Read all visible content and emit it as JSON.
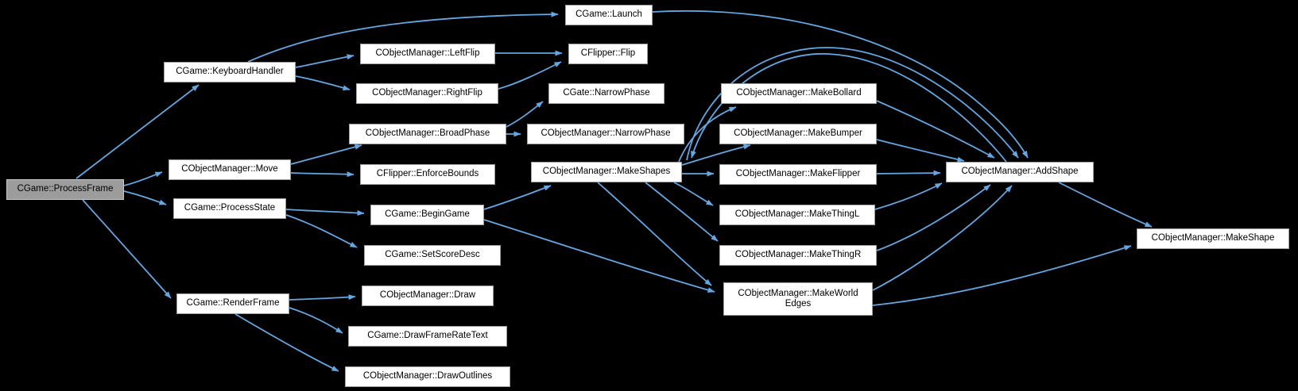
{
  "diagram": {
    "type": "call-graph",
    "background": "#000000",
    "edge_color": "#63a7e3",
    "node_fill": "#ffffff",
    "node_border": "#9f9f9f",
    "root_fill": "#9c9c9c",
    "root_border": "#c6c8ca",
    "text_color": "#000000",
    "root_function": "CGame::ProcessFrame"
  },
  "nodes": [
    {
      "id": "processframe",
      "label": "CGame::ProcessFrame",
      "root": true
    },
    {
      "id": "keyboardhandler",
      "label": "CGame::KeyboardHandler"
    },
    {
      "id": "move",
      "label": "CObjectManager::Move"
    },
    {
      "id": "processstate",
      "label": "CGame::ProcessState"
    },
    {
      "id": "renderframe",
      "label": "CGame::RenderFrame"
    },
    {
      "id": "leftflip",
      "label": "CObjectManager::LeftFlip"
    },
    {
      "id": "rightflip",
      "label": "CObjectManager::RightFlip"
    },
    {
      "id": "broadphase",
      "label": "CObjectManager::BroadPhase"
    },
    {
      "id": "enforcebounds",
      "label": "CFlipper::EnforceBounds"
    },
    {
      "id": "begingame",
      "label": "CGame::BeginGame"
    },
    {
      "id": "setscoredesc",
      "label": "CGame::SetScoreDesc"
    },
    {
      "id": "draw",
      "label": "CObjectManager::Draw"
    },
    {
      "id": "drawframeratetext",
      "label": "CGame::DrawFrameRateText"
    },
    {
      "id": "drawoutlines",
      "label": "CObjectManager::DrawOutlines"
    },
    {
      "id": "launch",
      "label": "CGame::Launch"
    },
    {
      "id": "flip",
      "label": "CFlipper::Flip"
    },
    {
      "id": "gatenarrowphase",
      "label": "CGate::NarrowPhase"
    },
    {
      "id": "narrowphase",
      "label": "CObjectManager::NarrowPhase"
    },
    {
      "id": "makeshapes",
      "label": "CObjectManager::MakeShapes"
    },
    {
      "id": "makebollard",
      "label": "CObjectManager::MakeBollard"
    },
    {
      "id": "makebumper",
      "label": "CObjectManager::MakeBumper"
    },
    {
      "id": "makeflipper",
      "label": "CObjectManager::MakeFlipper"
    },
    {
      "id": "makethingl",
      "label": "CObjectManager::MakeThingL"
    },
    {
      "id": "makethingr",
      "label": "CObjectManager::MakeThingR"
    },
    {
      "id": "makeworldedges",
      "label": "CObjectManager::MakeWorldEdges",
      "label_lines": {
        "0": "CObjectManager::MakeWorld",
        "1": "Edges"
      }
    },
    {
      "id": "addshape",
      "label": "CObjectManager::AddShape"
    },
    {
      "id": "makeshape",
      "label": "CObjectManager::MakeShape"
    }
  ],
  "edges": [
    {
      "from": "processframe",
      "to": "keyboardhandler"
    },
    {
      "from": "processframe",
      "to": "move"
    },
    {
      "from": "processframe",
      "to": "processstate"
    },
    {
      "from": "processframe",
      "to": "renderframe"
    },
    {
      "from": "keyboardhandler",
      "to": "launch"
    },
    {
      "from": "keyboardhandler",
      "to": "leftflip"
    },
    {
      "from": "keyboardhandler",
      "to": "rightflip"
    },
    {
      "from": "leftflip",
      "to": "flip"
    },
    {
      "from": "rightflip",
      "to": "flip"
    },
    {
      "from": "move",
      "to": "broadphase"
    },
    {
      "from": "move",
      "to": "enforcebounds"
    },
    {
      "from": "broadphase",
      "to": "gatenarrowphase"
    },
    {
      "from": "broadphase",
      "to": "narrowphase"
    },
    {
      "from": "processstate",
      "to": "begingame"
    },
    {
      "from": "processstate",
      "to": "setscoredesc"
    },
    {
      "from": "begingame",
      "to": "makeshapes"
    },
    {
      "from": "begingame",
      "to": "makeworldedges"
    },
    {
      "from": "renderframe",
      "to": "draw"
    },
    {
      "from": "renderframe",
      "to": "drawframeratetext"
    },
    {
      "from": "renderframe",
      "to": "drawoutlines"
    },
    {
      "from": "makeshapes",
      "to": "makebollard"
    },
    {
      "from": "makeshapes",
      "to": "makebumper"
    },
    {
      "from": "makeshapes",
      "to": "makeflipper"
    },
    {
      "from": "makeshapes",
      "to": "makethingl"
    },
    {
      "from": "makeshapes",
      "to": "makethingr"
    },
    {
      "from": "makeshapes",
      "to": "makeworldedges"
    },
    {
      "from": "makeshapes",
      "to": "addshape"
    },
    {
      "from": "addshape",
      "to": "makeshapes"
    },
    {
      "from": "launch",
      "to": "addshape"
    },
    {
      "from": "makebollard",
      "to": "addshape"
    },
    {
      "from": "makebumper",
      "to": "addshape"
    },
    {
      "from": "makeflipper",
      "to": "addshape"
    },
    {
      "from": "makethingl",
      "to": "addshape"
    },
    {
      "from": "makethingr",
      "to": "addshape"
    },
    {
      "from": "makeworldedges",
      "to": "addshape"
    },
    {
      "from": "makeworldedges",
      "to": "makeshape"
    },
    {
      "from": "addshape",
      "to": "makeshape"
    }
  ]
}
